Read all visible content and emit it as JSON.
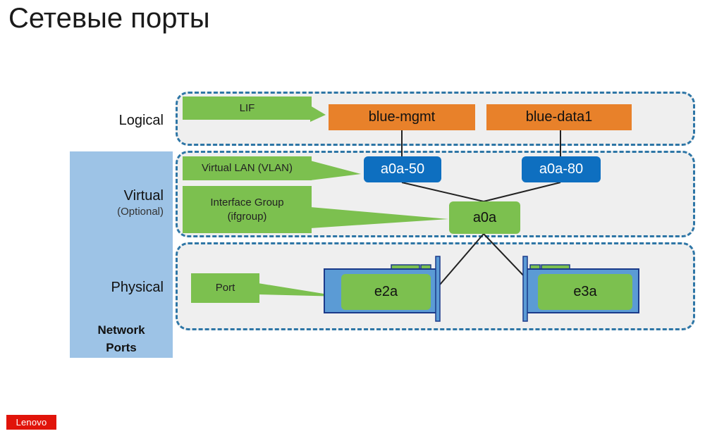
{
  "title": "Сетевые порты",
  "layers": {
    "logical": {
      "label": "Logical"
    },
    "virtual": {
      "label": "Virtual",
      "sublabel": "(Optional)"
    },
    "physical": {
      "label": "Physical"
    }
  },
  "side_panel": {
    "line1": "Network",
    "line2": "Ports"
  },
  "callouts": {
    "lif": "LIF",
    "vlan": "Virtual LAN (VLAN)",
    "ifgroup_line1": "Interface Group",
    "ifgroup_line2": "(ifgroup)",
    "port": "Port"
  },
  "nodes": {
    "lif1": "blue-mgmt",
    "lif2": "blue-data1",
    "vlan1": "a0a-50",
    "vlan2": "a0a-80",
    "ifgroup": "a0a",
    "port1": "e2a",
    "port2": "e3a"
  },
  "colors": {
    "lif": "#e8812a",
    "vlan": "#0e6fc0",
    "callout": "#7cc04f",
    "layer_border": "#2e76a6",
    "side_panel": "#9dc3e6",
    "brand": "#e1140a"
  },
  "logo": "Lenovo"
}
